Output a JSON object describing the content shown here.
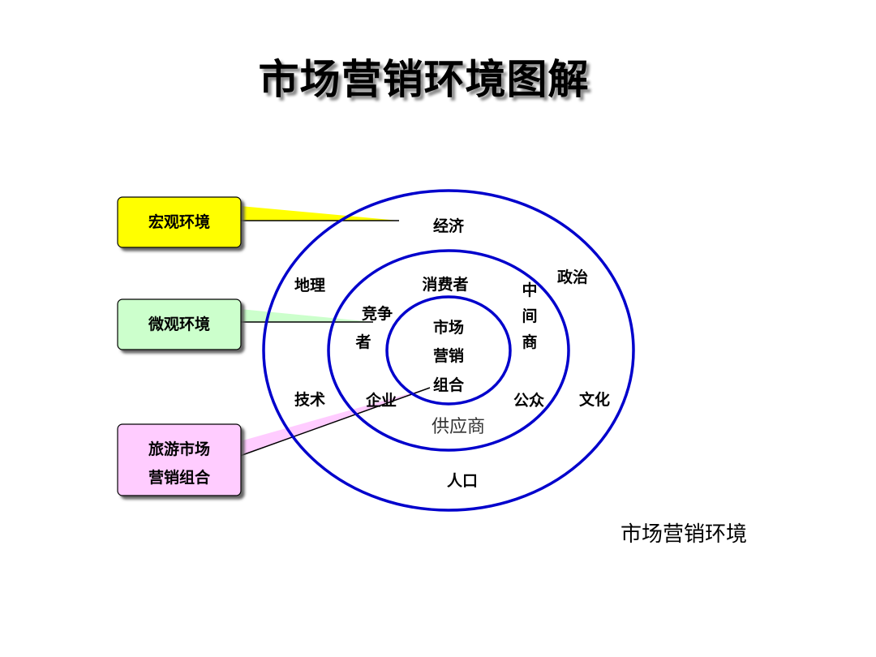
{
  "title": "市场营销环境图解",
  "caption": "市场营销环境",
  "callouts": {
    "macro": {
      "label": "宏观环境",
      "color": "#ffff00"
    },
    "micro": {
      "label": "微观环境",
      "color": "#ccffcc"
    },
    "mix": {
      "line1": "旅游市场",
      "line2": "营销组合",
      "color": "#ffccff"
    }
  },
  "outer_ring": {
    "top": "经济",
    "left_upper": "地理",
    "right_upper": "政治",
    "left_lower": "技术",
    "right_lower": "文化",
    "bottom": "人口",
    "stroke": "#0000cc"
  },
  "middle_ring": {
    "top": "消费者",
    "competitor_line1": "竞争",
    "competitor_line2": "者",
    "intermediary_1": "中",
    "intermediary_2": "间",
    "intermediary_3": "商",
    "enterprise": "企业",
    "public": "公众",
    "supplier": "供应商"
  },
  "inner_ring": {
    "line1": "市场",
    "line2": "营销",
    "line3": "组合"
  }
}
